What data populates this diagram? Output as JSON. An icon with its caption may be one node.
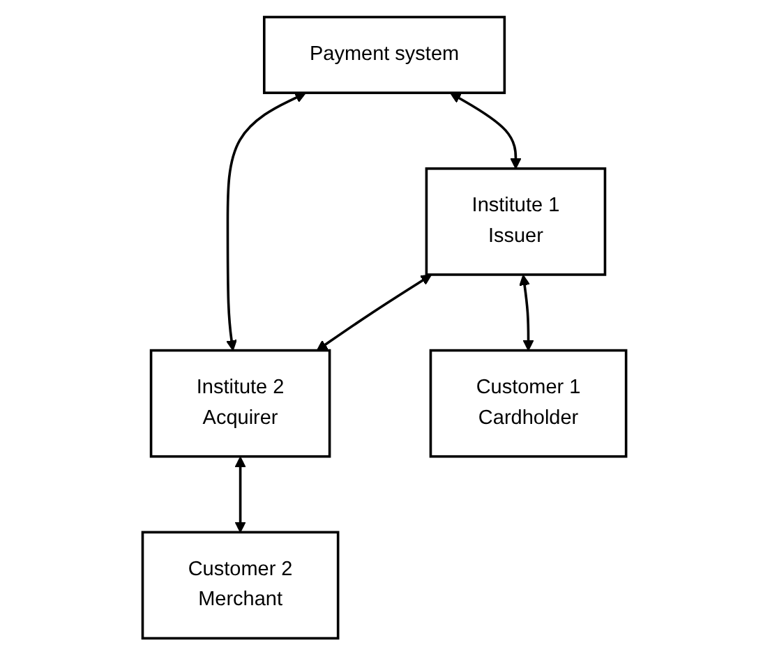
{
  "diagram": {
    "nodes": [
      {
        "text": [
          "Payment system"
        ]
      },
      {
        "text": [
          "Institute 1",
          "Issuer"
        ]
      },
      {
        "text": [
          "Institute 2",
          "Acquirer"
        ]
      },
      {
        "text": [
          "Customer 1",
          "Cardholder"
        ]
      },
      {
        "text": [
          "Customer 2",
          "Merchant"
        ]
      }
    ],
    "edges": [
      {
        "from": 0,
        "to": 1,
        "arrow": "both"
      },
      {
        "from": 0,
        "to": 2,
        "arrow": "both"
      },
      {
        "from": 1,
        "to": 2,
        "arrow": "both"
      },
      {
        "from": 1,
        "to": 3,
        "arrow": "both"
      },
      {
        "from": 2,
        "to": 4,
        "arrow": "both"
      }
    ]
  }
}
